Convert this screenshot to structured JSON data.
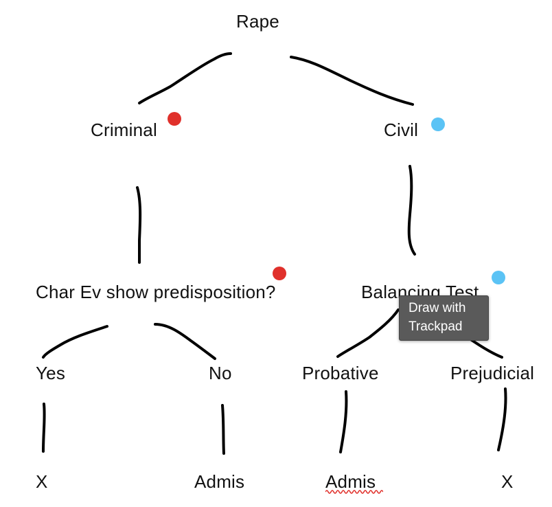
{
  "nodes": {
    "root": "Rape",
    "criminal": "Criminal",
    "civil": "Civil",
    "char_ev": "Char Ev show predisposition?",
    "balancing": "Balancing Test",
    "yes": "Yes",
    "no": "No",
    "probative": "Probative",
    "prejudicial": "Prejudicial",
    "yes_result": "X",
    "no_result": "Admis",
    "probative_result": "Admis",
    "prejudicial_result": "X"
  },
  "markers": {
    "red": "#e0302b",
    "blue": "#5bc3f5"
  },
  "tooltip": {
    "line1": "Draw with",
    "line2": "Trackpad"
  },
  "spellcheck": {
    "color": "#e0302b"
  }
}
